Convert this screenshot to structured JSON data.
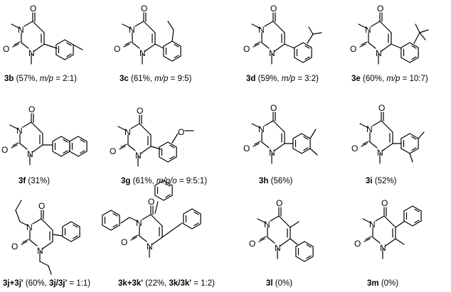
{
  "atoms": {
    "O": "O",
    "N": "N"
  },
  "compounds": [
    {
      "id": "3b",
      "label": "3b",
      "detail": " (57%, ",
      "ratio_name": "m/p",
      "ratio": " = 2:1)"
    },
    {
      "id": "3c",
      "label": "3c",
      "detail": " (61%, ",
      "ratio_name": "m/p",
      "ratio": " = 9:5)"
    },
    {
      "id": "3d",
      "label": "3d",
      "detail": " (59%, ",
      "ratio_name": "m/p",
      "ratio": " = 3:2)"
    },
    {
      "id": "3e",
      "label": "3e",
      "detail": " (60%, ",
      "ratio_name": "m/p",
      "ratio": " = 10:7)"
    },
    {
      "id": "3f",
      "label": "3f",
      "detail": " (31%)"
    },
    {
      "id": "3g",
      "label": "3g",
      "detail": " (61%, ",
      "ratio_name": "m/p/o",
      "ratio": " = 9:5:1)"
    },
    {
      "id": "3h",
      "label": "3h",
      "detail": " (56%)"
    },
    {
      "id": "3i",
      "label": "3i",
      "detail": " (52%)"
    },
    {
      "id": "3j",
      "label": "3j+3j'",
      "detail": " (60%, ",
      "label2": "3j/3j'",
      "ratio": " = 1:1)"
    },
    {
      "id": "3k",
      "label": "3k+3k'",
      "detail": " (22%, ",
      "label2": "3k/3k'",
      "ratio": " = 1:2)"
    },
    {
      "id": "3l",
      "label": "3l",
      "detail": " (0%)"
    },
    {
      "id": "3m",
      "label": "3m",
      "detail": " (0%)"
    }
  ]
}
